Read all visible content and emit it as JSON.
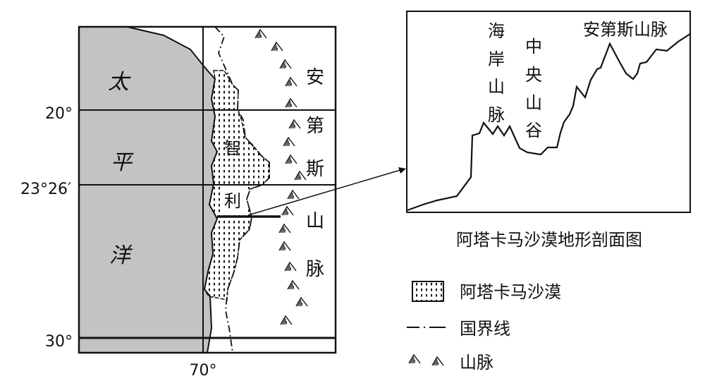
{
  "map": {
    "ocean_label": [
      "太",
      "平",
      "洋"
    ],
    "country_label": [
      "智",
      "利"
    ],
    "mountain_label": [
      "安",
      "第",
      "斯",
      "山",
      "脉"
    ],
    "lat_labels": [
      "20°",
      "23°26′",
      "30°"
    ],
    "lon_label": "70°",
    "colors": {
      "ocean": "#c3c3c6",
      "line": "#111111",
      "background": "#ffffff"
    }
  },
  "profile": {
    "title": "阿塔卡马沙漠地形剖面图",
    "labels": {
      "coastal_range": [
        "海",
        "岸",
        "山",
        "脉"
      ],
      "central_valley": [
        "中",
        "央",
        "山",
        "谷"
      ],
      "andes": "安第斯山脉"
    }
  },
  "legend": {
    "items": [
      {
        "icon": "desert-pattern-icon",
        "label": "阿塔卡马沙漠"
      },
      {
        "icon": "border-line-icon",
        "label": "国界线"
      },
      {
        "icon": "mountain-icon",
        "label": "山脉"
      }
    ]
  }
}
